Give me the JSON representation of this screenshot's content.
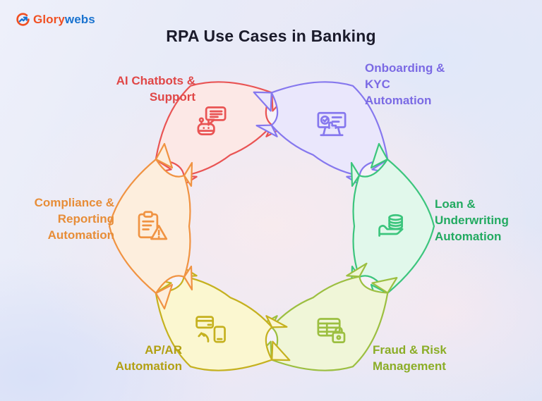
{
  "logo": {
    "brand_primary": "Glory",
    "brand_secondary": "webs",
    "primary_color": "#f05023",
    "secondary_color": "#1a73cf",
    "icon": "glorywebs-growth-arrow-icon"
  },
  "title": "RPA Use Cases in Banking",
  "diagram": {
    "type": "circular-cycle",
    "ring_color": "#97969c",
    "segments": [
      {
        "id": "chatbots",
        "label": "AI Chatbots &\nSupport",
        "icon": "chatbot-robot-icon",
        "stroke": "#e95454",
        "fill": "#fce8e6",
        "label_color": "#e04747",
        "angle": -30
      },
      {
        "id": "kyc",
        "label": "Onboarding &\nKYC\nAutomation",
        "icon": "id-verification-icon",
        "stroke": "#8678ee",
        "fill": "#eae7fc",
        "label_color": "#7b6ae4",
        "angle": 30
      },
      {
        "id": "loan",
        "label": "Loan &\nUnderwriting\nAutomation",
        "icon": "coins-hand-icon",
        "stroke": "#3cc57d",
        "fill": "#e1f8eb",
        "label_color": "#23aa61",
        "angle": 90
      },
      {
        "id": "fraud",
        "label": "Fraud & Risk\nManagement",
        "icon": "table-lock-icon",
        "stroke": "#9cbf41",
        "fill": "#f0f6d8",
        "label_color": "#8bad27",
        "angle": 150
      },
      {
        "id": "apar",
        "label": "AP/AR\nAutomation",
        "icon": "card-phone-sync-icon",
        "stroke": "#c5b11f",
        "fill": "#fbf7d0",
        "label_color": "#b2a013",
        "angle": 210
      },
      {
        "id": "compliance",
        "label": "Compliance &\nReporting\nAutomation",
        "icon": "clipboard-warning-icon",
        "stroke": "#f09342",
        "fill": "#fdeedd",
        "label_color": "#e78d38",
        "angle": 270
      }
    ]
  }
}
